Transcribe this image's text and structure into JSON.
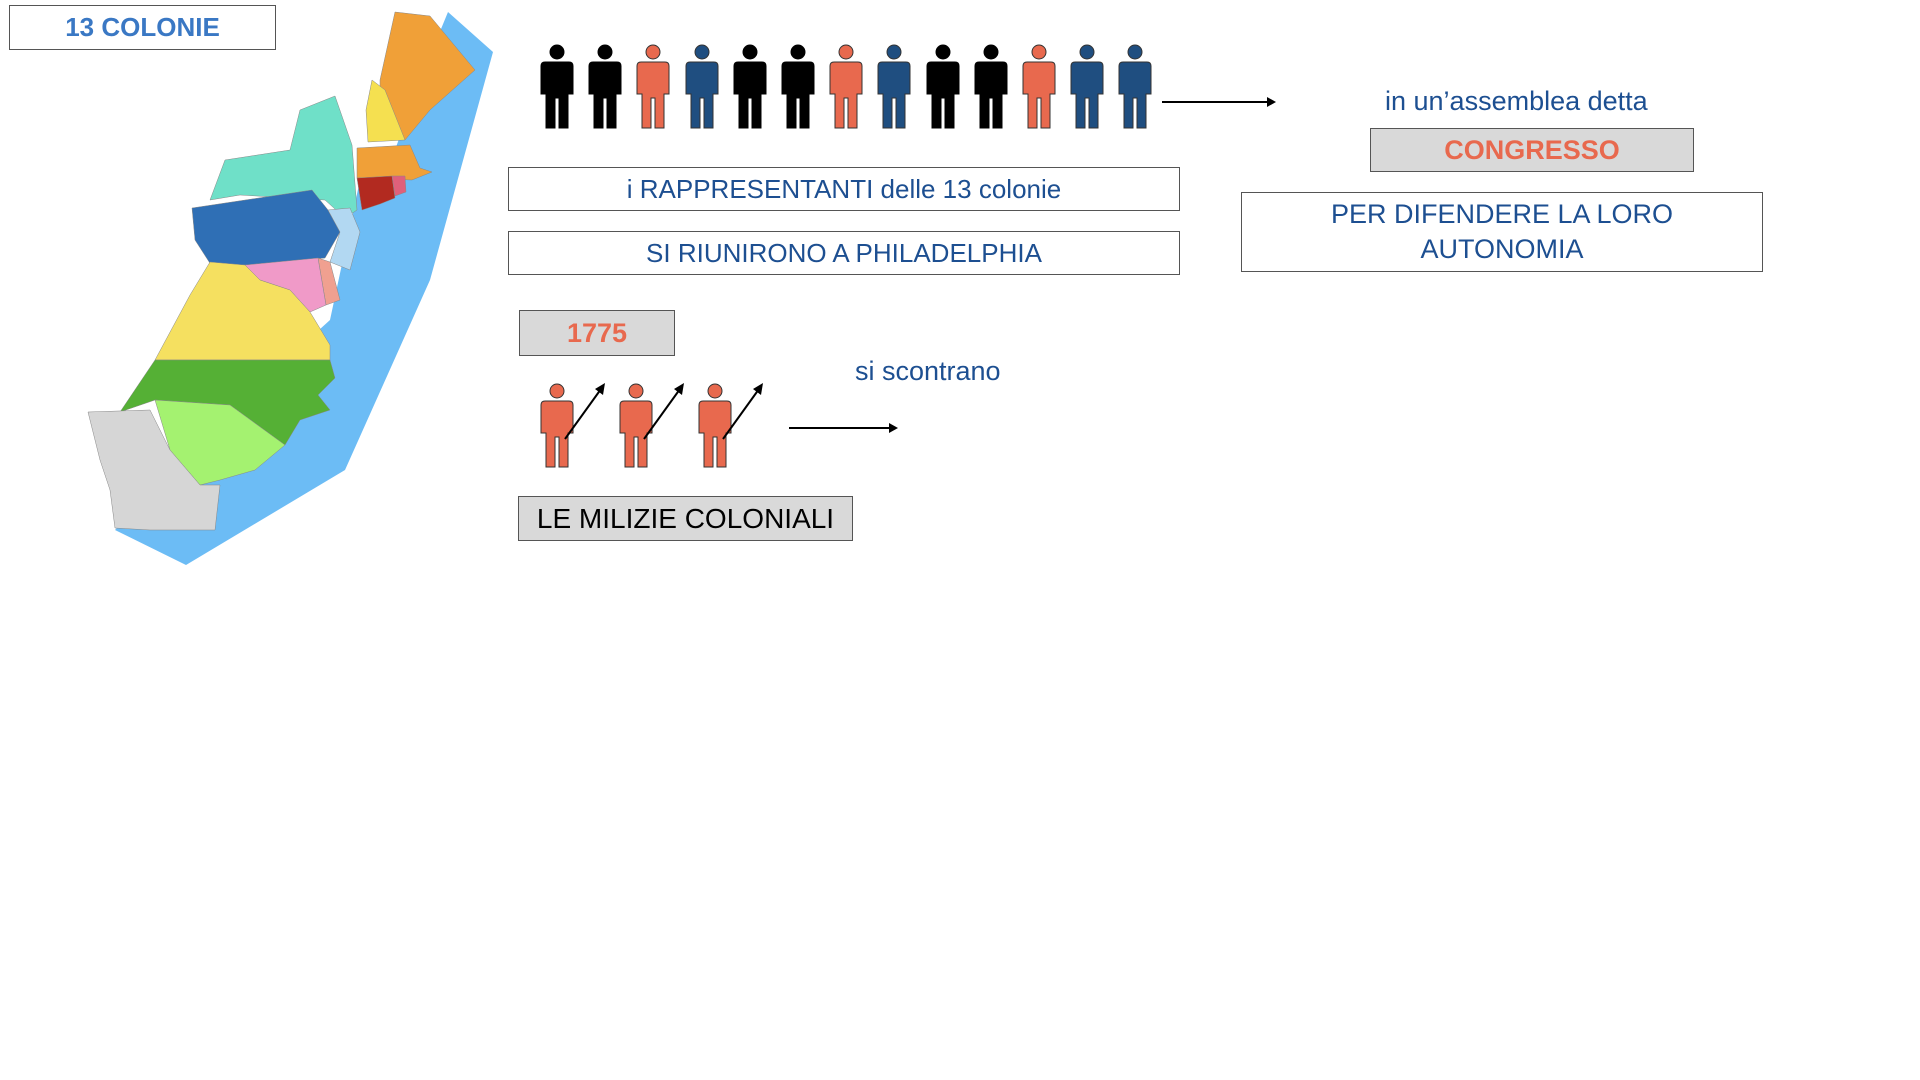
{
  "title": "13 COLONIE",
  "reps_label": "i RAPPRESENTANTI delle 13 colonie",
  "met_label": "SI RIUNIRONO A PHILADELPHIA",
  "assembly_text": "in un’assemblea detta",
  "congress_label": "CONGRESSO",
  "purpose_line1": "PER DIFENDERE LA LORO",
  "purpose_line2": "AUTONOMIA",
  "year_label": "1775",
  "clash_text": "si scontrano",
  "militia_label": "LE MILIZIE COLONIALI",
  "colors": {
    "blue_text": "#1d4f91",
    "accent_red": "#e8694e",
    "person_black": "#000000",
    "person_blue": "#1f4e80",
    "person_red": "#e8694e",
    "ocean": "#6cbcf5"
  },
  "representatives": [
    "black",
    "black",
    "red",
    "blue",
    "black",
    "black",
    "red",
    "blue",
    "black",
    "black",
    "red",
    "blue",
    "blue"
  ],
  "militia_count": 3
}
